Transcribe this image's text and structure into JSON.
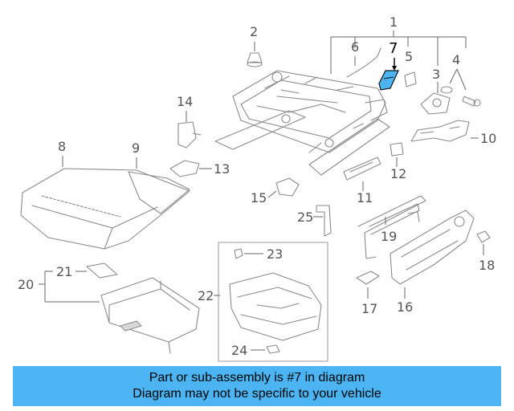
{
  "diagram": {
    "highlight_color": "#4cb4f2",
    "callouts": {
      "c1": "1",
      "c2": "2",
      "c3": "3",
      "c4": "4",
      "c5": "5",
      "c6": "6",
      "c7": "7",
      "c8": "8",
      "c9": "9",
      "c10": "10",
      "c11": "11",
      "c12": "12",
      "c13": "13",
      "c14": "14",
      "c15": "15",
      "c16": "16",
      "c17": "17",
      "c18": "18",
      "c19": "19",
      "c20": "20",
      "c21": "21",
      "c22": "22",
      "c23": "23",
      "c24": "24",
      "c25": "25"
    },
    "highlighted_part": "7"
  },
  "banner": {
    "line1": "Part or sub-assembly is #7 in diagram",
    "line2": "Diagram may not be specific to your vehicle",
    "color": "#4cb4f2"
  }
}
